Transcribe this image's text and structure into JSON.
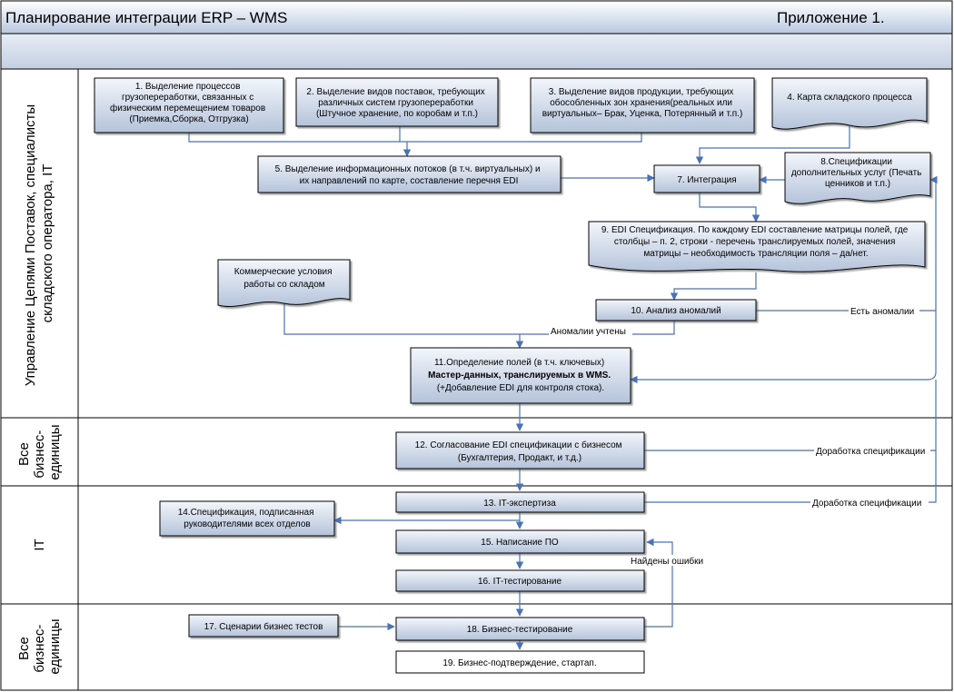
{
  "header": {
    "title": "Планирование интеграции ERP – WMS",
    "appendix": "Приложение 1."
  },
  "lanes": [
    {
      "id": "lane-scm",
      "lines": [
        "Управление Цепями Поставок, специалисты",
        "складского оператора, IT"
      ]
    },
    {
      "id": "lane-biz1",
      "lines": [
        "Все",
        "бизнес-",
        "единицы"
      ]
    },
    {
      "id": "lane-it",
      "lines": [
        "IT"
      ]
    },
    {
      "id": "lane-biz2",
      "lines": [
        "Все",
        "бизнес-",
        "единицы"
      ]
    }
  ],
  "boxes": [
    {
      "id": "b1",
      "lines": [
        "1. Выделение процессов",
        "грузопереработки, связанных с",
        "физическим перемещением товаров",
        "(Приемка,Сборка, Отгрузка)"
      ]
    },
    {
      "id": "b2",
      "lines": [
        "2. Выделение видов поставок, требующих",
        "различных систем грузопереработки",
        "(Штучное хранение, по коробам и т.п.)"
      ]
    },
    {
      "id": "b3",
      "lines": [
        "3. Выделение видов продукции, требующих",
        "обособленных зон хранения(реальных или",
        "виртуальных– Брак, Уценка, Потерянный и т.п.)"
      ]
    },
    {
      "id": "b4",
      "lines": [
        "4. Карта складского процесса"
      ]
    },
    {
      "id": "b5",
      "lines": [
        "5. Выделение информационных потоков (в т.ч. виртуальных) и",
        "их направлений по карте, составление перечня EDI"
      ]
    },
    {
      "id": "b7",
      "lines": [
        "7. Интеграция"
      ]
    },
    {
      "id": "b8",
      "lines": [
        "8.Спецификации",
        "дополнительных услуг (Печать",
        "ценников и т.п.)"
      ]
    },
    {
      "id": "b9",
      "lines": [
        "9. EDI Спецификация. По каждому EDI составление матрицы полей, где",
        "столбцы – п. 2, строки - перечень транслируемых полей, значения",
        "матрицы – необходимость трансляции поля – да/нет."
      ]
    },
    {
      "id": "bcom",
      "lines": [
        "Коммерческие условия",
        "работы со складом"
      ]
    },
    {
      "id": "b10",
      "lines": [
        "10. Анализ аномалий"
      ]
    },
    {
      "id": "b11",
      "lines": [
        "11.Определение полей (в т.ч. ключевых)",
        "Мастер-данных, транслируемых в WMS.",
        "(+Добавление EDI для контроля стока)."
      ]
    },
    {
      "id": "b12",
      "lines": [
        "12. Согласование EDI спецификации с бизнесом",
        "(Бухгалтерия, Продакт, и т.д.)"
      ]
    },
    {
      "id": "b13",
      "lines": [
        "13. IT-экспертиза"
      ]
    },
    {
      "id": "b14",
      "lines": [
        "14.Спецификация, подписанная",
        "руководителями всех отделов"
      ]
    },
    {
      "id": "b15",
      "lines": [
        "15. Написание ПО"
      ]
    },
    {
      "id": "b16",
      "lines": [
        "16. IT-тестирование"
      ]
    },
    {
      "id": "b17",
      "lines": [
        "17. Сценарии бизнес тестов"
      ]
    },
    {
      "id": "b18",
      "lines": [
        "18. Бизнес-тестирование"
      ]
    },
    {
      "id": "b19",
      "lines": [
        "19. Бизнес-подтверждение, стартап."
      ]
    }
  ],
  "labels": {
    "anomalies_yes": "Есть аномалии",
    "anomalies_done": "Аномалии учтены",
    "spec_rework_1": "Доработка спецификации",
    "spec_rework_2": "Доработка спецификации",
    "errors_found": "Найдены ошибки"
  },
  "colors": {
    "box_fill_top": "#eef2f8",
    "box_fill_bottom": "#b9c7dc",
    "stroke": "#000000",
    "connector": "#4a72b8",
    "header_fill": "#c5d2e6",
    "subheader_fill": "#d6deeb"
  }
}
